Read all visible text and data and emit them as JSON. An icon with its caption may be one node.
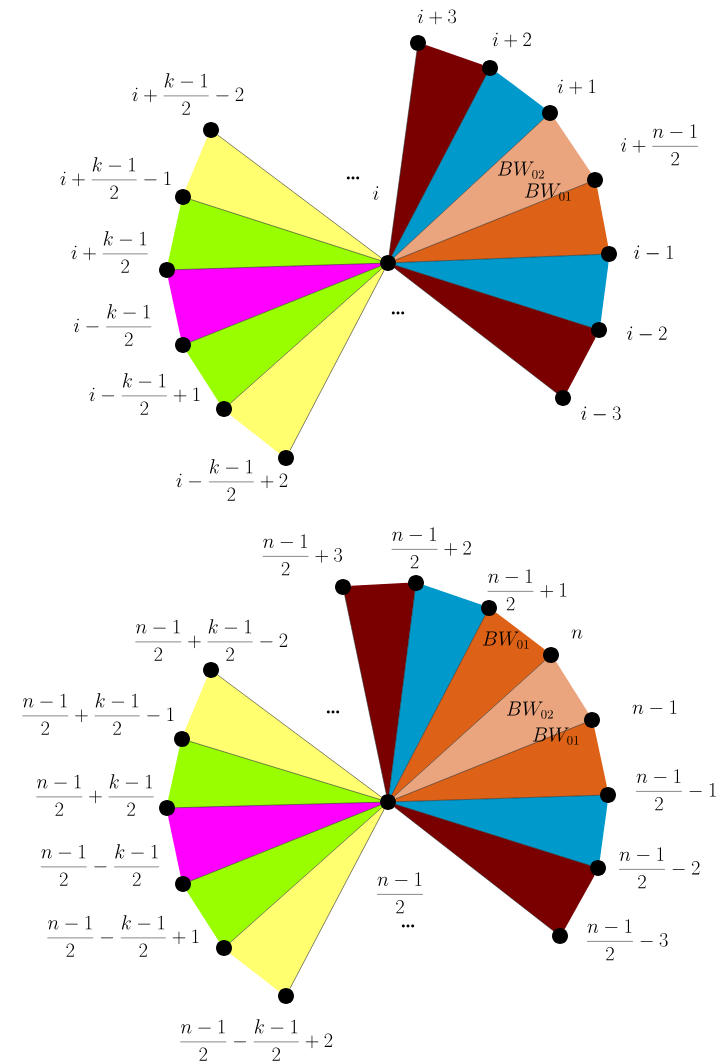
{
  "diagram": {
    "nodes": [
      {
        "text": [],
        "shape": "circle"
      },
      {
        "text": [],
        "shape": "circle",
        "beside": [
          "i+3"
        ]
      },
      {
        "text": [],
        "shape": "circle",
        "beside": [
          "i+2"
        ]
      },
      {
        "text": [],
        "shape": "circle",
        "beside": [
          "i+1"
        ]
      },
      {
        "text": [],
        "shape": "circle",
        "beside": [
          "i+\\frac{n-1}{2}"
        ]
      },
      {
        "text": [],
        "shape": "circle",
        "beside": [
          "i-1"
        ]
      },
      {
        "text": [],
        "shape": "circle",
        "beside": [
          "i-2"
        ]
      },
      {
        "text": [],
        "shape": "circle",
        "beside": [
          "i-3"
        ]
      },
      {
        "text": [],
        "shape": "circle",
        "beside": [
          "i+\\frac{k-1}{2}-2"
        ]
      },
      {
        "text": [],
        "shape": "circle",
        "beside": [
          "i+\\frac{k-1}{2}-1"
        ]
      },
      {
        "text": [],
        "shape": "circle",
        "beside": [
          "i+\\frac{k-1}{2}"
        ]
      },
      {
        "text": [],
        "shape": "circle",
        "beside": [
          "i-\\frac{k-1}{2}"
        ]
      },
      {
        "text": [],
        "shape": "circle",
        "beside": [
          "i-\\frac{k-1}{2}+1"
        ]
      },
      {
        "text": [],
        "shape": "circle",
        "beside": [
          "i-\\frac{k-1}{2}+2"
        ]
      },
      {
        "text": [],
        "shape": "circle"
      },
      {
        "text": [],
        "shape": "circle",
        "beside": [
          "\\frac{n-1}{2}+3"
        ]
      },
      {
        "text": [],
        "shape": "circle",
        "beside": [
          "\\frac{n-1}{2}+2"
        ]
      },
      {
        "text": [],
        "shape": "circle",
        "beside": [
          "\\frac{n-1}{2}+1"
        ]
      },
      {
        "text": [],
        "shape": "circle",
        "beside": [
          "n"
        ]
      },
      {
        "text": [],
        "shape": "circle",
        "beside": [
          "n-1"
        ]
      },
      {
        "text": [],
        "shape": "circle",
        "beside": [
          "\\frac{n-1}{2}-1"
        ]
      },
      {
        "text": [],
        "shape": "circle",
        "beside": [
          "\\frac{n-1}{2}-2"
        ]
      },
      {
        "text": [],
        "shape": "circle",
        "beside": [
          "\\frac{n-1}{2}-3"
        ]
      },
      {
        "text": [],
        "shape": "circle",
        "beside": [
          "\\frac{n-1}{2}+\\frac{k-1}{2}-2"
        ]
      },
      {
        "text": [],
        "shape": "circle",
        "beside": [
          "\\frac{n-1}{2}+\\frac{k-1}{2}-1"
        ]
      },
      {
        "text": [],
        "shape": "circle",
        "beside": [
          "\\frac{n-1}{2}+\\frac{k-1}{2}"
        ]
      },
      {
        "text": [],
        "shape": "circle",
        "beside": [
          "\\frac{n-1}{2}-\\frac{k-1}{2}"
        ]
      },
      {
        "text": [],
        "shape": "circle",
        "beside": [
          "\\frac{n-1}{2}-\\frac{k-1}{2}+1"
        ]
      },
      {
        "text": [],
        "shape": "circle",
        "beside": [
          "\\frac{n-1}{2}-\\frac{k-1}{2}+2"
        ]
      }
    ],
    "edges": [
      {
        "from": 0,
        "to": 1,
        "arrow": "none"
      },
      {
        "from": 0,
        "to": 2,
        "arrow": "none"
      },
      {
        "from": 0,
        "to": 3,
        "arrow": "none"
      },
      {
        "from": 0,
        "to": 4,
        "arrow": "none"
      },
      {
        "from": 0,
        "to": 5,
        "arrow": "none"
      },
      {
        "from": 0,
        "to": 6,
        "arrow": "none"
      },
      {
        "from": 0,
        "to": 7,
        "arrow": "none"
      },
      {
        "from": 0,
        "to": 8,
        "arrow": "none"
      },
      {
        "from": 0,
        "to": 9,
        "arrow": "none"
      },
      {
        "from": 0,
        "to": 10,
        "arrow": "none"
      },
      {
        "from": 0,
        "to": 11,
        "arrow": "none"
      },
      {
        "from": 0,
        "to": 12,
        "arrow": "none"
      },
      {
        "from": 0,
        "to": 13,
        "arrow": "none"
      },
      {
        "from": 1,
        "to": 2,
        "arrow": "none",
        "color": "#7a0000"
      },
      {
        "from": 2,
        "to": 3,
        "arrow": "none",
        "color": "#0099cc"
      },
      {
        "from": 3,
        "to": 4,
        "arrow": "none",
        "color": "#eaa57e"
      },
      {
        "from": 4,
        "to": 5,
        "arrow": "none",
        "color": "#dd6116"
      },
      {
        "from": 5,
        "to": 6,
        "arrow": "none",
        "color": "#0099cc"
      },
      {
        "from": 6,
        "to": 7,
        "arrow": "none",
        "color": "#7a0000"
      },
      {
        "from": 8,
        "to": 9,
        "arrow": "none",
        "color": "#ffff70"
      },
      {
        "from": 9,
        "to": 10,
        "arrow": "none",
        "color": "#99ff00"
      },
      {
        "from": 10,
        "to": 11,
        "arrow": "none",
        "color": "#ff00ff"
      },
      {
        "from": 11,
        "to": 12,
        "arrow": "none",
        "color": "#99ff00"
      },
      {
        "from": 12,
        "to": 13,
        "arrow": "none",
        "color": "#ffff70"
      },
      {
        "from": 14,
        "to": 15,
        "arrow": "none"
      },
      {
        "from": 14,
        "to": 16,
        "arrow": "none"
      },
      {
        "from": 14,
        "to": 17,
        "arrow": "none"
      },
      {
        "from": 14,
        "to": 18,
        "arrow": "none"
      },
      {
        "from": 14,
        "to": 19,
        "arrow": "none"
      },
      {
        "from": 14,
        "to": 20,
        "arrow": "none"
      },
      {
        "from": 14,
        "to": 21,
        "arrow": "none"
      },
      {
        "from": 14,
        "to": 22,
        "arrow": "none"
      },
      {
        "from": 14,
        "to": 23,
        "arrow": "none"
      },
      {
        "from": 14,
        "to": 24,
        "arrow": "none"
      },
      {
        "from": 14,
        "to": 25,
        "arrow": "none"
      },
      {
        "from": 14,
        "to": 26,
        "arrow": "none"
      },
      {
        "from": 14,
        "to": 27,
        "arrow": "none"
      },
      {
        "from": 14,
        "to": 28,
        "arrow": "none"
      },
      {
        "from": 15,
        "to": 16,
        "arrow": "none",
        "color": "#7a0000"
      },
      {
        "from": 16,
        "to": 17,
        "arrow": "none",
        "color": "#0099cc"
      },
      {
        "from": 17,
        "to": 18,
        "arrow": "none",
        "color": "#dd6116"
      },
      {
        "from": 18,
        "to": 19,
        "arrow": "none",
        "color": "#eaa57e"
      },
      {
        "from": 19,
        "to": 20,
        "arrow": "none",
        "color": "#dd6116"
      },
      {
        "from": 20,
        "to": 21,
        "arrow": "none",
        "color": "#0099cc"
      },
      {
        "from": 21,
        "to": 22,
        "arrow": "none",
        "color": "#7a0000"
      },
      {
        "from": 23,
        "to": 24,
        "arrow": "none",
        "color": "#ffff70"
      },
      {
        "from": 24,
        "to": 25,
        "arrow": "none",
        "color": "#99ff00"
      },
      {
        "from": 25,
        "to": 26,
        "arrow": "none",
        "color": "#ff00ff"
      },
      {
        "from": 26,
        "to": 27,
        "arrow": "none",
        "color": "#99ff00"
      },
      {
        "from": 27,
        "to": 28,
        "arrow": "none",
        "color": "#ffff70"
      }
    ],
    "labels": [
      "...",
      "i",
      "...",
      "BW_{02}",
      "BW_{01}",
      "...",
      "BW_{01}",
      "BW_{02}",
      "BW_{01}",
      "\\frac{n-1}{2}",
      "..."
    ]
  }
}
